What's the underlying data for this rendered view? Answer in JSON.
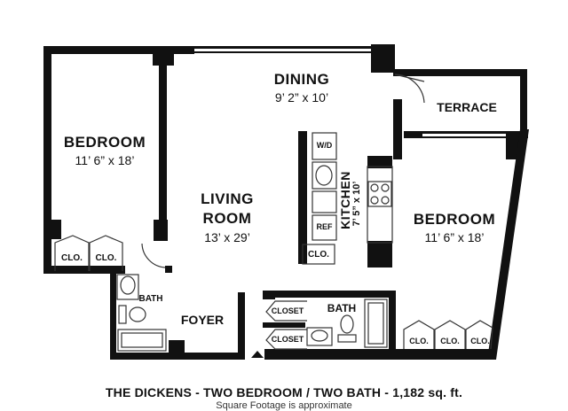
{
  "rooms": {
    "bedroom_left": {
      "name": "BEDROOM",
      "size": "11’ 6” x 18’"
    },
    "living": {
      "name_line1": "LIVING",
      "name_line2": "ROOM",
      "size": "13’ x 29’"
    },
    "dining": {
      "name": "DINING",
      "size": "9’ 2” x 10’"
    },
    "terrace": {
      "name": "TERRACE"
    },
    "kitchen": {
      "name": "KITCHEN",
      "size": "7’ 5” x 10’"
    },
    "bedroom_right": {
      "name": "BEDROOM",
      "size": "11’ 6” x 18’"
    },
    "foyer": {
      "name": "FOYER"
    },
    "bath_left": {
      "name": "BATH"
    },
    "bath_right": {
      "name": "BATH"
    }
  },
  "fixtures": {
    "wd": "W/D",
    "ref": "REF"
  },
  "closets": {
    "clo_left_1": "CLO.",
    "clo_left_2": "CLO.",
    "clo_kitchen": "CLO.",
    "closet_top": "CLOSET",
    "closet_bottom": "CLOSET",
    "clo_right_1": "CLO.",
    "clo_right_2": "CLO.",
    "clo_right_3": "CLO."
  },
  "footer": {
    "title": "THE DICKENS - TWO BEDROOM  / TWO BATH - 1,182 sq. ft.",
    "note": "Square Footage is approximate"
  },
  "colors": {
    "wall": "#111111",
    "background": "#ffffff",
    "line": "#333333"
  }
}
